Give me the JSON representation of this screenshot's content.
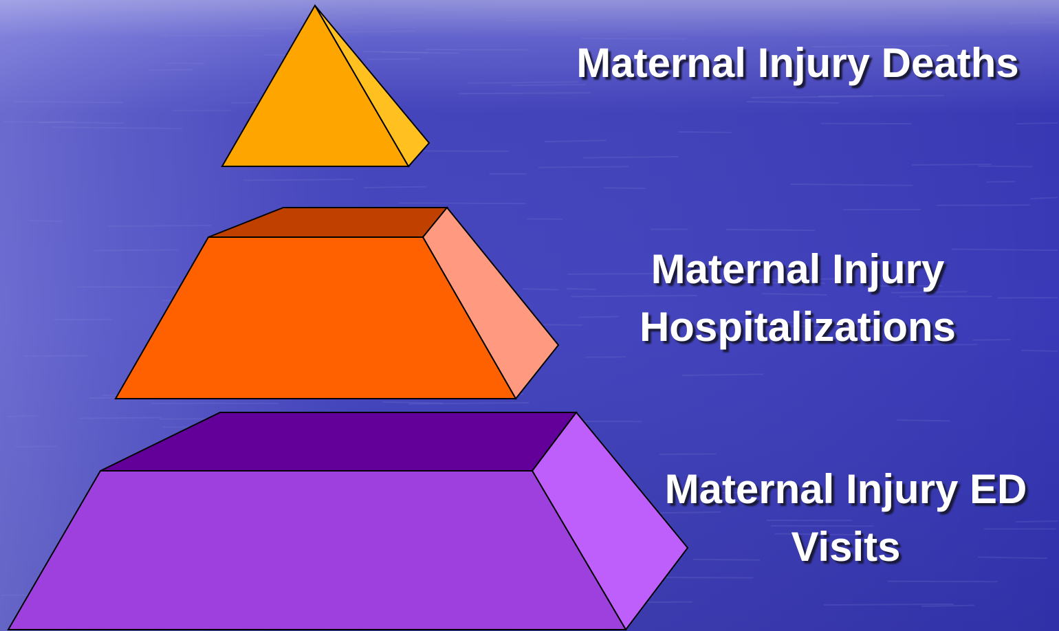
{
  "slide": {
    "background_color": "#3a3ab8"
  },
  "pyramid": {
    "tiers": [
      {
        "id": "top",
        "label_lines": [
          "Maternal Injury Deaths"
        ],
        "front_color": "#ffa500",
        "side_color": "#ffc020"
      },
      {
        "id": "middle",
        "label_lines": [
          "Maternal Injury",
          "Hospitalizations"
        ],
        "front_color": "#ff6000",
        "top_color": "#c04000",
        "side_color": "#ff9a80"
      },
      {
        "id": "bottom",
        "label_lines": [
          "Maternal Injury ED",
          "Visits"
        ],
        "front_color": "#9e40dd",
        "top_color": "#620099",
        "side_color": "#bf5ffb"
      }
    ]
  }
}
